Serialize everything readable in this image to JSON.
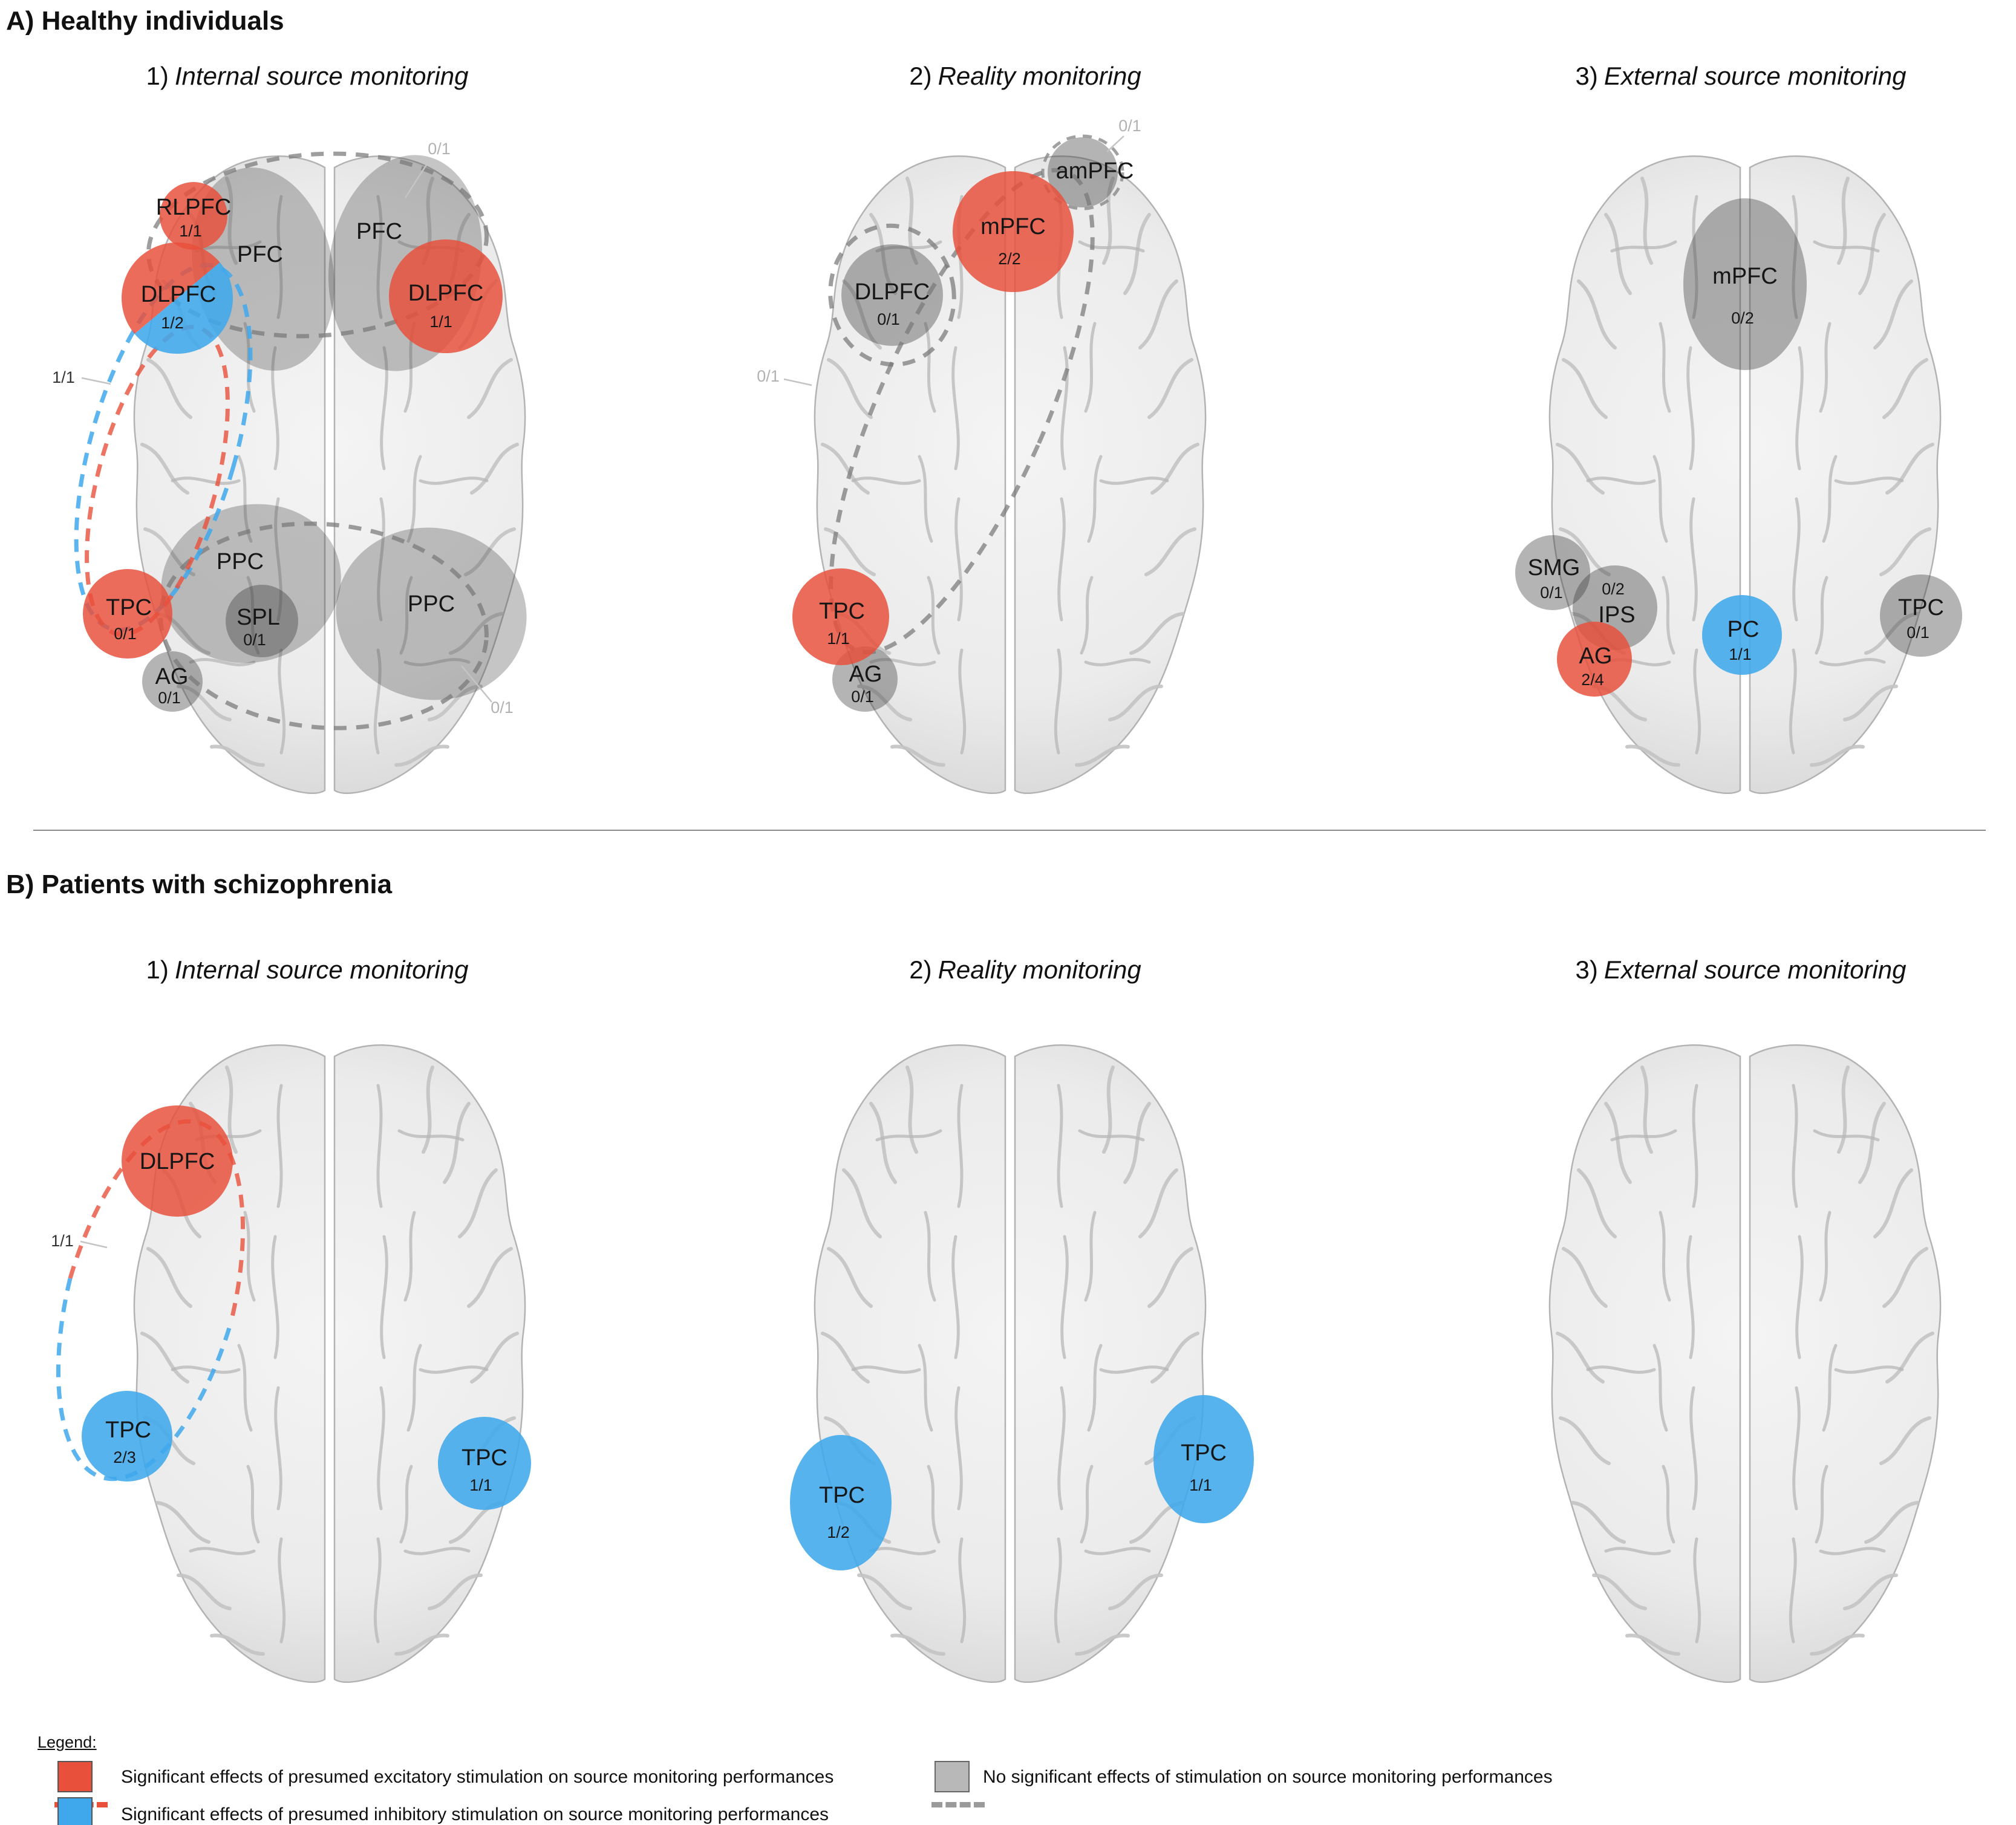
{
  "section_a": {
    "heading": "A) Healthy individuals"
  },
  "section_b": {
    "heading": "B) Patients with schizophrenia"
  },
  "titles": {
    "t1_prefix": "1)",
    "t1_name": "Internal source monitoring",
    "t2_prefix": "2)",
    "t2_name": "Reality monitoring",
    "t3_prefix": "3)",
    "t3_name": "External source monitoring"
  },
  "a1": {
    "frontal_ellipse_value": "0/1",
    "rlpfc_label": "RLPFC",
    "rlpfc_value": "1/1",
    "pfc_left_label": "PFC",
    "pfc_right_label": "PFC",
    "dlpfc_left_label": "DLPFC",
    "dlpfc_left_value": "1/2",
    "dlpfc_right_label": "DLPFC",
    "dlpfc_right_value": "1/1",
    "stim_ellipse_value": "1/1",
    "tpc_label": "TPC",
    "tpc_value": "0/1",
    "ppc_left_label": "PPC",
    "spl_label": "SPL",
    "spl_value": "0/1",
    "ag_label": "AG",
    "ag_value": "0/1",
    "ppc_right_label": "PPC",
    "parietal_ellipse_value": "0/1"
  },
  "a2": {
    "ampfc_label": "amPFC",
    "ampfc_value": "0/1",
    "mpfc_label": "mPFC",
    "mpfc_value": "2/2",
    "dlpfc_label": "DLPFC",
    "dlpfc_value": "0/1",
    "network_ellipse_value": "0/1",
    "tpc_label": "TPC",
    "tpc_value": "1/1",
    "ag_label": "AG",
    "ag_value": "0/1"
  },
  "a3": {
    "mpfc_label": "mPFC",
    "mpfc_value": "0/2",
    "smg_label": "SMG",
    "smg_value": "0/1",
    "ips_label": "IPS",
    "ips_value": "0/2",
    "ag_label": "AG",
    "ag_value": "2/4",
    "pc_label": "PC",
    "pc_value": "1/1",
    "tpc_label": "TPC",
    "tpc_value": "0/1"
  },
  "b1": {
    "dlpfc_label": "DLPFC",
    "stim_ellipse_value": "1/1",
    "tpc_left_label": "TPC",
    "tpc_left_value": "2/3",
    "tpc_right_label": "TPC",
    "tpc_right_value": "1/1"
  },
  "b2": {
    "tpc_left_label": "TPC",
    "tpc_left_value": "1/2",
    "tpc_right_label": "TPC",
    "tpc_right_value": "1/1"
  },
  "legend": {
    "heading": "Legend:",
    "excitatory": "Significant effects of presumed excitatory stimulation on source monitoring performances",
    "inhibitory": "Significant effects of presumed inhibitory stimulation on source monitoring performances",
    "no_effect": "No significant effects of stimulation on source monitoring performances"
  },
  "colors": {
    "excitatory": "#e8503c",
    "inhibitory": "#3fa8ec",
    "no_effect_fill": "#b8b8b8",
    "dashed_gray": "#787878",
    "annotation_gray": "#b2b2b2"
  }
}
